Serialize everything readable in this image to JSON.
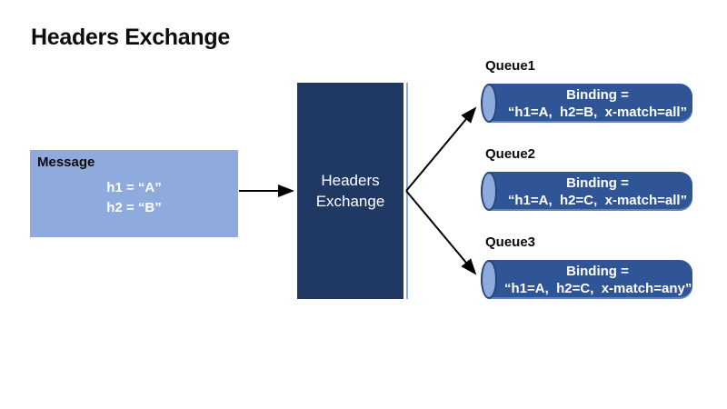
{
  "title": "Headers Exchange",
  "colors": {
    "light_blue": "#8FAADC",
    "navy": "#1F3864",
    "queue_blue": "#2F5597",
    "arrow": "#000000"
  },
  "message": {
    "label": "Message",
    "lines": [
      "h1 = “A”",
      "h2 = “B”"
    ]
  },
  "exchange": {
    "lines": [
      "Headers",
      "Exchange"
    ]
  },
  "queues": [
    {
      "name": "Queue1",
      "binding_lines": [
        "Binding =",
        "“h1=A,  h2=B,  x-match=all”"
      ]
    },
    {
      "name": "Queue2",
      "binding_lines": [
        "Binding =",
        "“h1=A,  h2=C,  x-match=all”"
      ]
    },
    {
      "name": "Queue3",
      "binding_lines": [
        "Binding =",
        "“h1=A,  h2=C,  x-match=any”"
      ]
    }
  ]
}
